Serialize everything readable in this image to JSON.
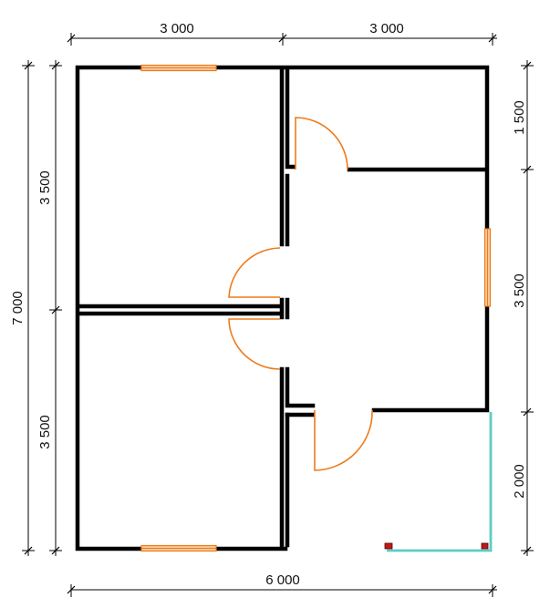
{
  "dimensions": {
    "top_left": "3 000",
    "top_right": "3 000",
    "bottom_total": "6 000",
    "left_total": "7 000",
    "left_upper": "3 500",
    "left_lower": "3 500",
    "right_top": "1 500",
    "right_middle": "3 500",
    "right_bottom": "2 000"
  },
  "colors": {
    "wall": "#000000",
    "door_window": "#ee7a1a",
    "railing": "#1fb5b0",
    "post": "#c01818"
  }
}
